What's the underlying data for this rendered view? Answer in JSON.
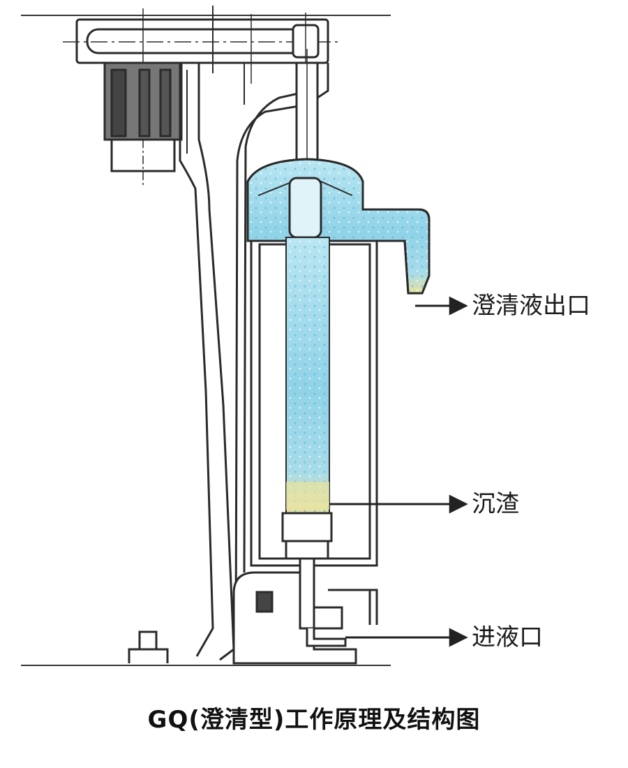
{
  "labels": {
    "clarified_outlet": "澄清液出口",
    "sediment": "沉渣",
    "feed_inlet": "进液口"
  },
  "caption": "GQ(澄清型)工作原理及结构图",
  "colors": {
    "line": "#2a2a2a",
    "liquid": "#8fd3e8",
    "liquid_light": "#c9ecf5",
    "sediment": "#e8e3a0",
    "motor_dark": "#555555"
  }
}
